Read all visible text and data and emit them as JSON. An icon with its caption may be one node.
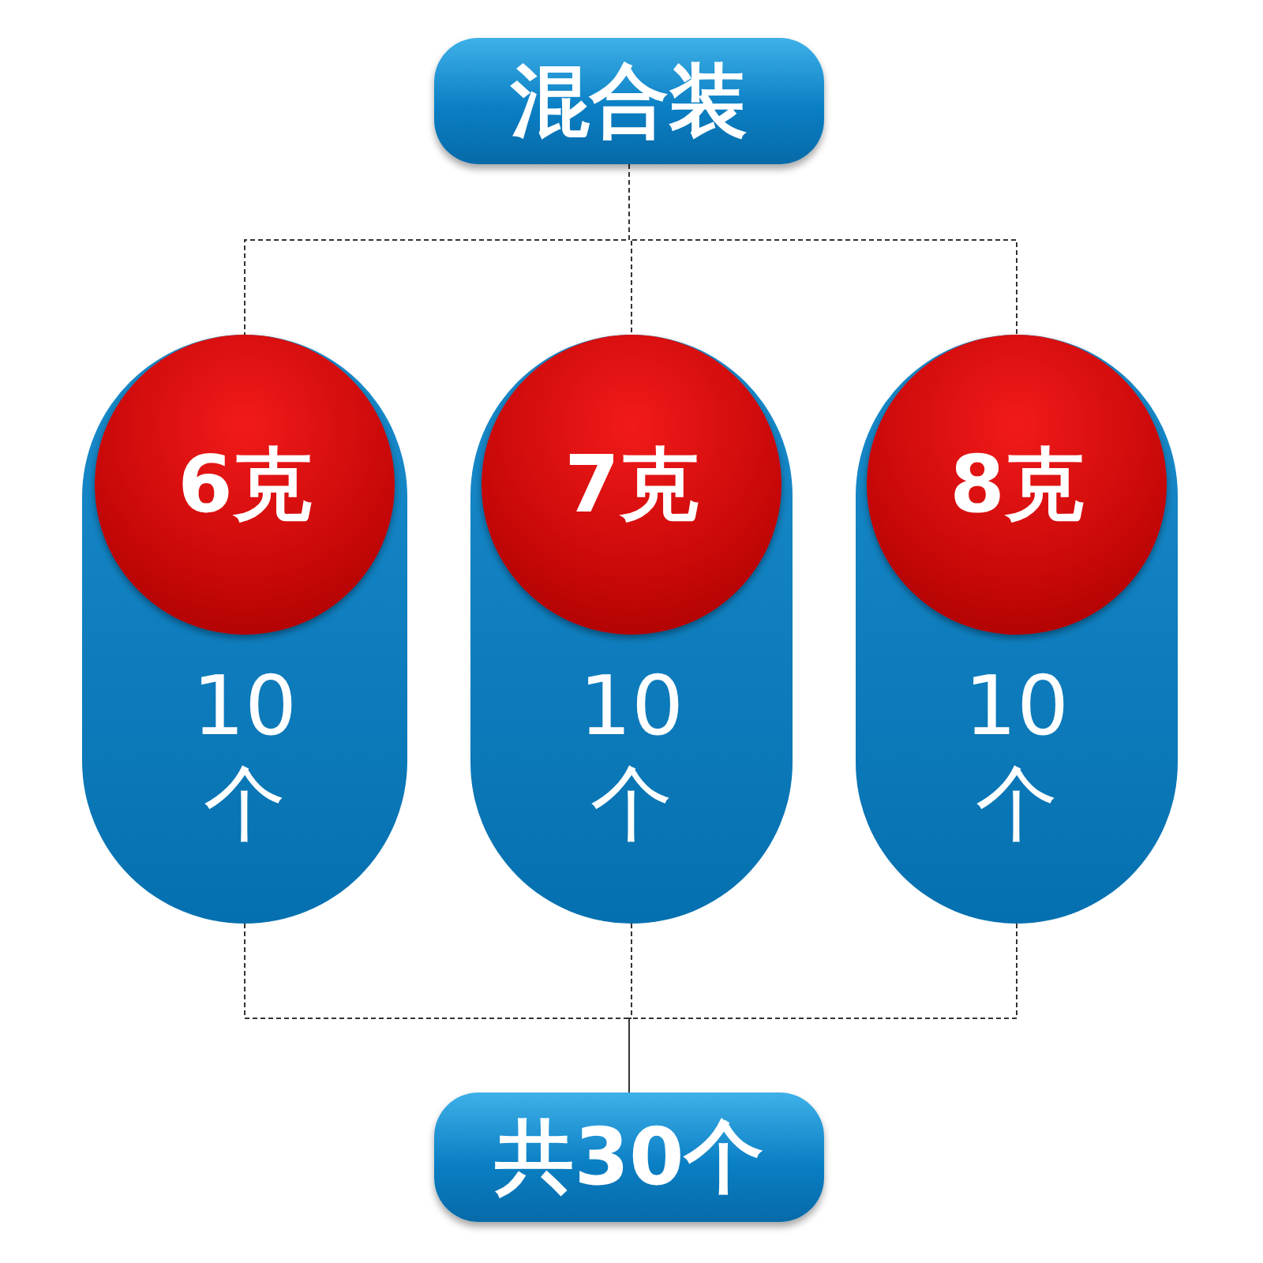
{
  "diagram": {
    "nodes": [
      {
        "text": [
          "混合装"
        ]
      },
      {
        "text": [
          "10个"
        ]
      },
      {
        "text": [
          "6克"
        ],
        "in": 1
      },
      {
        "text": [
          "10个"
        ]
      },
      {
        "text": [
          "7克"
        ],
        "in": 3
      },
      {
        "text": [
          "10个"
        ]
      },
      {
        "text": [
          "8克"
        ],
        "in": 5
      },
      {
        "text": [
          "共30个"
        ]
      }
    ],
    "edges": [
      {
        "from": 0,
        "to": 1,
        "arrow": "none",
        "style": "dashed"
      },
      {
        "from": 0,
        "to": 3,
        "arrow": "none",
        "style": "dashed"
      },
      {
        "from": 0,
        "to": 5,
        "arrow": "none",
        "style": "dashed"
      },
      {
        "from": 1,
        "to": 7,
        "arrow": "none",
        "style": "dashed"
      },
      {
        "from": 3,
        "to": 7,
        "arrow": "none",
        "style": "dashed"
      },
      {
        "from": 5,
        "to": 7,
        "arrow": "none",
        "style": "dashed"
      }
    ]
  }
}
